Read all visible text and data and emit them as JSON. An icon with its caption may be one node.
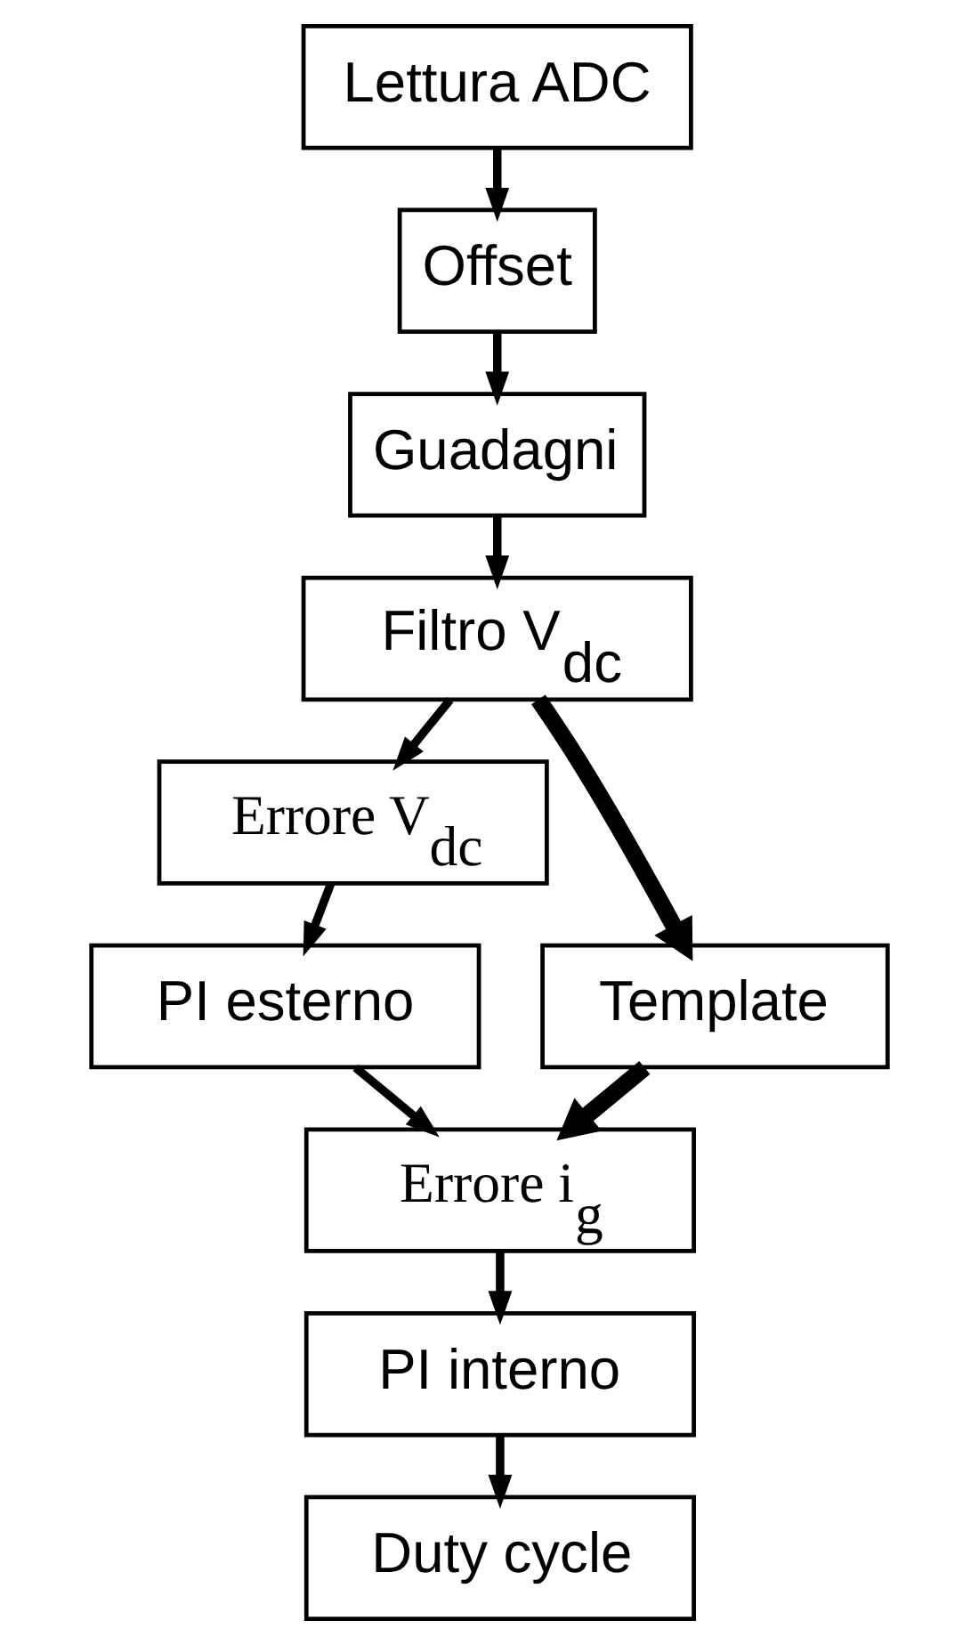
{
  "diagram": {
    "nodes": [
      {
        "text": [
          "Lettura ADC"
        ]
      },
      {
        "text": [
          "Offset"
        ]
      },
      {
        "text": [
          "Guadagni"
        ]
      },
      {
        "text": [
          "Filtro V$_{dc}$"
        ]
      },
      {
        "text": [
          "Errore V$_{dc}$"
        ]
      },
      {
        "text": [
          "Template"
        ]
      },
      {
        "text": [
          "PI esterno"
        ]
      },
      {
        "text": [
          "Errore i$_{g}$"
        ]
      },
      {
        "text": [
          "PI interno"
        ]
      },
      {
        "text": [
          "Duty cycle"
        ]
      }
    ],
    "edges": [
      {
        "from": 0,
        "to": 1,
        "arrow": "to"
      },
      {
        "from": 1,
        "to": 2,
        "arrow": "to"
      },
      {
        "from": 2,
        "to": 3,
        "arrow": "to"
      },
      {
        "from": 3,
        "to": 4,
        "arrow": "to"
      },
      {
        "from": 3,
        "to": 5,
        "arrow": "to",
        "style": "thick"
      },
      {
        "from": 4,
        "to": 6,
        "arrow": "to"
      },
      {
        "from": 6,
        "to": 7,
        "arrow": "to"
      },
      {
        "from": 5,
        "to": 7,
        "arrow": "to",
        "style": "thick"
      },
      {
        "from": 7,
        "to": 8,
        "arrow": "to"
      },
      {
        "from": 8,
        "to": 9,
        "arrow": "to"
      }
    ]
  }
}
